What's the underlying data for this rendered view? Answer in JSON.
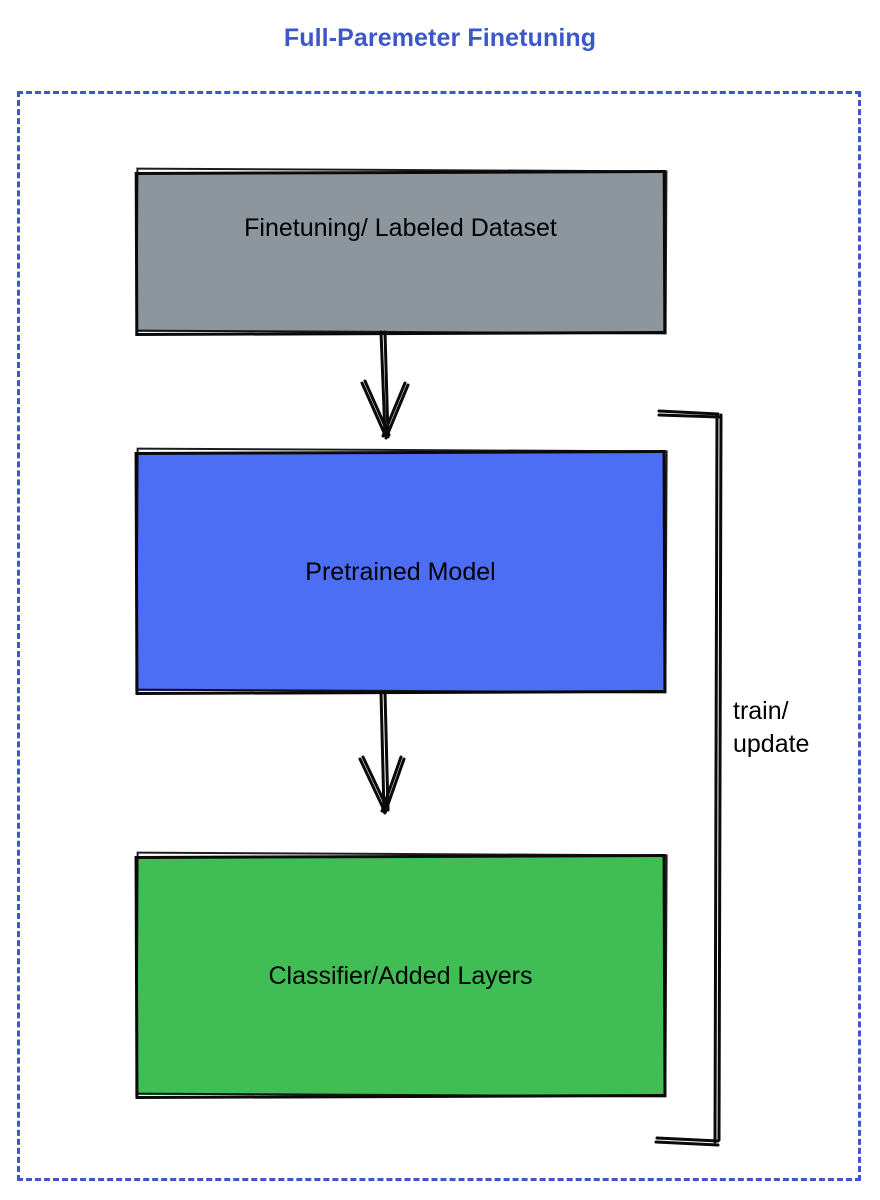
{
  "diagram": {
    "title": "Full-Paremeter Finetuning",
    "title_color": "#3c57c8",
    "frame": {
      "name": "dashed-boundary",
      "style": "dashed",
      "color": "#3c57c8"
    },
    "nodes": [
      {
        "id": "dataset",
        "label": "Finetuning/ Labeled Dataset",
        "fill": "#8d959d",
        "stroke": "#0a0a0a",
        "shape": "rectangle"
      },
      {
        "id": "pretrained",
        "label": "Pretrained Model",
        "fill": "#4c6ef5",
        "stroke": "#0a0a0a",
        "shape": "rectangle"
      },
      {
        "id": "classifier",
        "label": "Classifier/Added Layers",
        "fill": "#40bd54",
        "stroke": "#0a0a0a",
        "shape": "rectangle"
      }
    ],
    "edges": [
      {
        "id": "dataset-to-pretrained",
        "from": "dataset",
        "to": "pretrained",
        "label": "",
        "arrow": "down",
        "style": "sketchy-solid"
      },
      {
        "id": "pretrained-to-classifier",
        "from": "pretrained",
        "to": "classifier",
        "label": "",
        "arrow": "down",
        "style": "sketchy-solid"
      },
      {
        "id": "feedback-loop",
        "from": "classifier",
        "to": "pretrained",
        "label_line1": "train/",
        "label_line2": "update",
        "arrow": "none",
        "style": "sketchy-bracket"
      }
    ]
  }
}
